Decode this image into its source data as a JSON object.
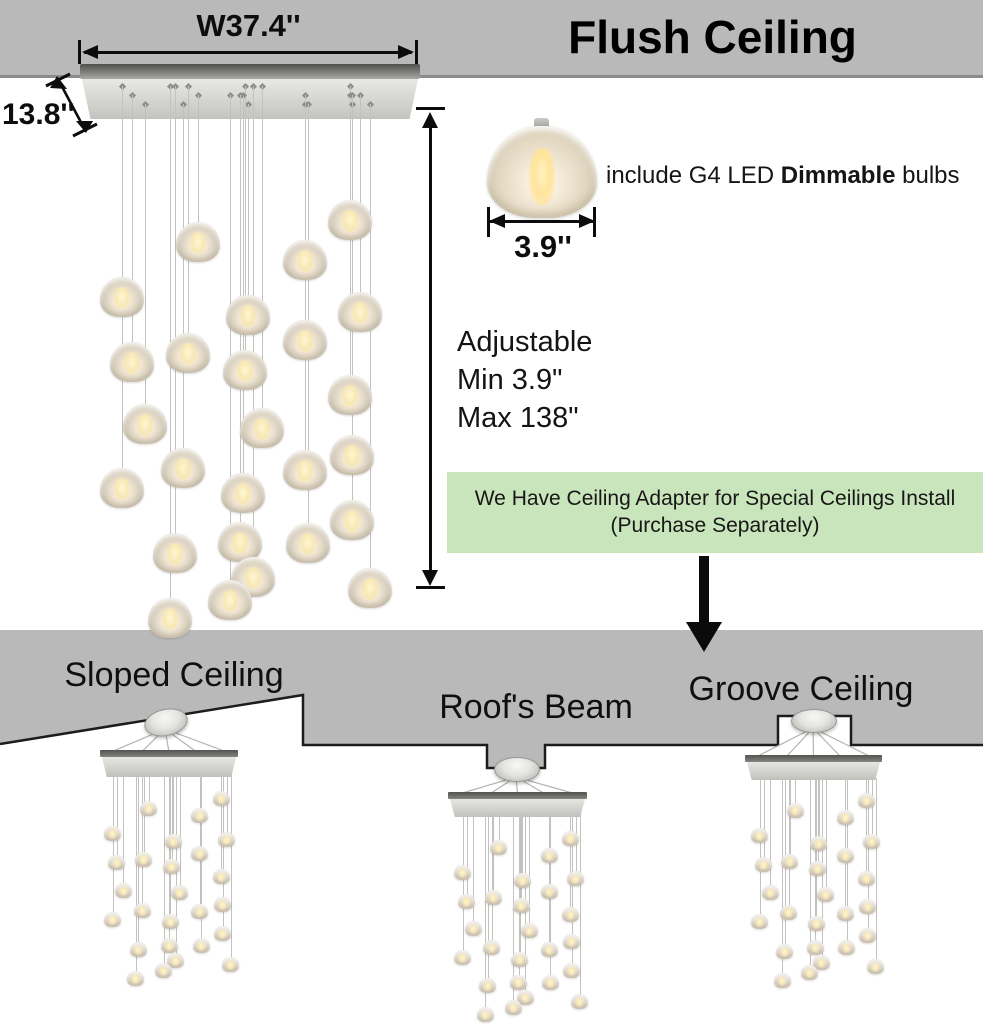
{
  "header": {
    "title": "Flush Ceiling"
  },
  "dimensions": {
    "width_label": "W37.4''",
    "canopy_depth_label": "13.8''",
    "bulb_width_label": "3.9''"
  },
  "bulb_note": {
    "prefix": "include G4 LED ",
    "emphasis": "Dimmable",
    "suffix": " bulbs"
  },
  "adjustable": {
    "title": "Adjustable",
    "min": "Min 3.9\"",
    "max": "Max 138\""
  },
  "adapter_note": {
    "line1": "We Have Ceiling Adapter for Special Ceilings Install",
    "line2": "(Purchase Separately)"
  },
  "install_sections": [
    {
      "label": "Sloped Ceiling"
    },
    {
      "label": "Roof's Beam"
    },
    {
      "label": "Groove Ceiling"
    }
  ],
  "colors": {
    "ceiling_gray": "#b9b9b9",
    "ceiling_edge": "#8c8c8c",
    "note_green_bg": "#c9e5bb",
    "arrow_black": "#0c0c0c",
    "crystal_warm_glow": "#f7e7b4"
  }
}
